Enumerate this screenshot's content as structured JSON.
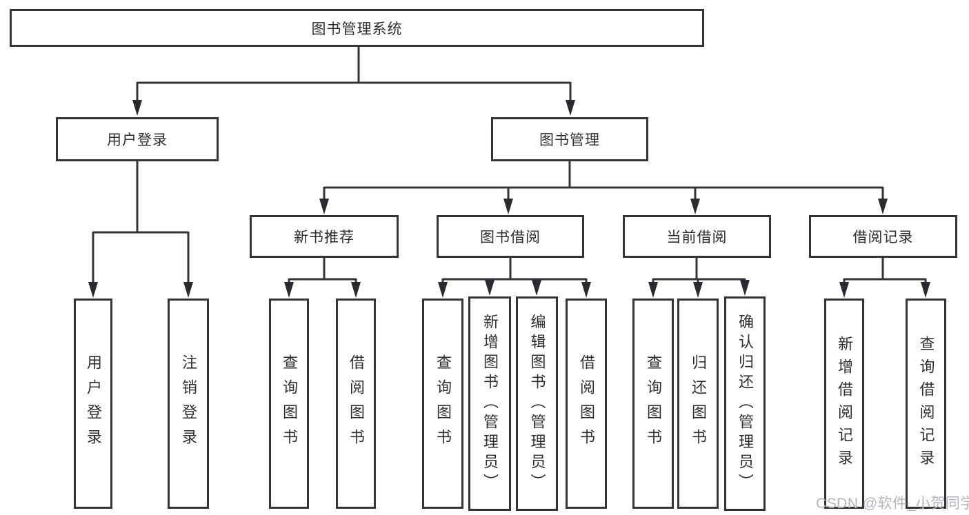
{
  "nodes": {
    "root": "图书管理系统",
    "user_login_group": "用户登录",
    "book_management": "图书管理",
    "new_book_recommend": "新书推荐",
    "book_borrowing": "图书借阅",
    "current_borrowing": "当前借阅",
    "borrowing_records": "借阅记录",
    "user_login": "用户登录",
    "logout_login": "注销登录",
    "nbr_query_books": "查询图书",
    "nbr_borrow_books": "借阅图书",
    "bb_query_books": "查询图书",
    "bb_add_books_admin": "新增图书（管理员）",
    "bb_edit_books_admin": "编辑图书（管理员）",
    "bb_borrow_books": "借阅图书",
    "cb_query_books": "查询图书",
    "cb_return_books": "归还图书",
    "cb_confirm_return_admin": "确认归还（管理员）",
    "br_add_record": "新增借阅记录",
    "br_query_record": "查询借阅记录"
  },
  "hierarchy": {
    "图书管理系统": {
      "用户登录": [
        "用户登录",
        "注销登录"
      ],
      "图书管理": {
        "新书推荐": [
          "查询图书",
          "借阅图书"
        ],
        "图书借阅": [
          "查询图书",
          "新增图书（管理员）",
          "编辑图书（管理员）",
          "借阅图书"
        ],
        "当前借阅": [
          "查询图书",
          "归还图书",
          "确认归还（管理员）"
        ],
        "借阅记录": [
          "新增借阅记录",
          "查询借阅记录"
        ]
      }
    }
  },
  "watermark": "CSDN @软件_小贺同学",
  "colors": {
    "line": "#33333a",
    "arrow": "#2a2a30",
    "text": "#2e2e2e",
    "background": "#ffffff",
    "watermark": "#b5b5bd"
  }
}
